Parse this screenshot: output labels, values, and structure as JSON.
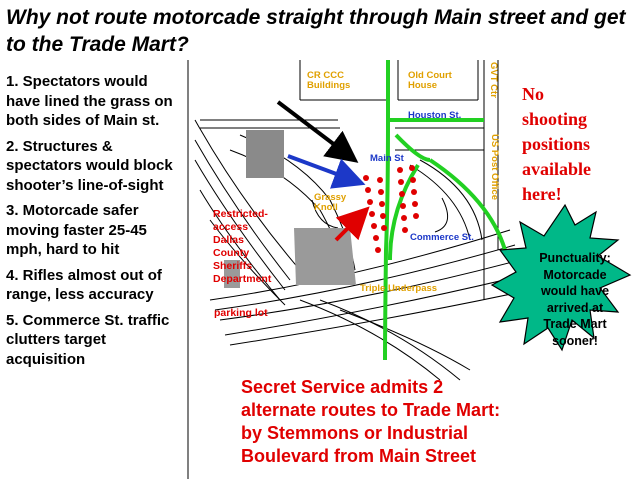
{
  "title": "Why not route motorcade straight through Main street and get to the Trade Mart?",
  "points": [
    "1. Spectators would have lined the grass on both sides of Main st.",
    "2. Structures & spectators would block shooter’s line-of-sight",
    "3. Motorcade safer moving faster 25-45 mph, hard to hit",
    "4. Rifles almost out of range, less accuracy",
    "5. Commerce St. traffic clutters target acquisition"
  ],
  "map_labels": {
    "cr_buildings": "CR      CCC\nBuildings",
    "old_court_house": "Old Court\nHouse",
    "gvt_ctr": "GVT Ctr",
    "houston_st": "Houston St.",
    "us_post_office": "US Post Office",
    "main_st": "Main St",
    "grassy_knoll": "Grassy\nKnoll",
    "commerce_st": "Commerce St.",
    "triple_underpass": "Triple Underpass"
  },
  "restricted_access": "Restricted-\naccess\nDallas\nCounty\nSheriffs\nDepartment",
  "parking_lot": "parking lot",
  "no_shooting": "No\nshooting\npositions\navailable\nhere!",
  "punctuality": "Punctuality:\nMotorcade\nwould have\narrived at\nTrade Mart\nsooner!",
  "caption": "Secret Service admits 2\nalternate routes to Trade Mart:\nby Stemmons or Industrial\nBoulevard from Main Street",
  "colors": {
    "red": "#e00000",
    "blue": "#1c38c8",
    "green": "#22d022",
    "star": "#00b888",
    "orange": "#e0a000"
  }
}
